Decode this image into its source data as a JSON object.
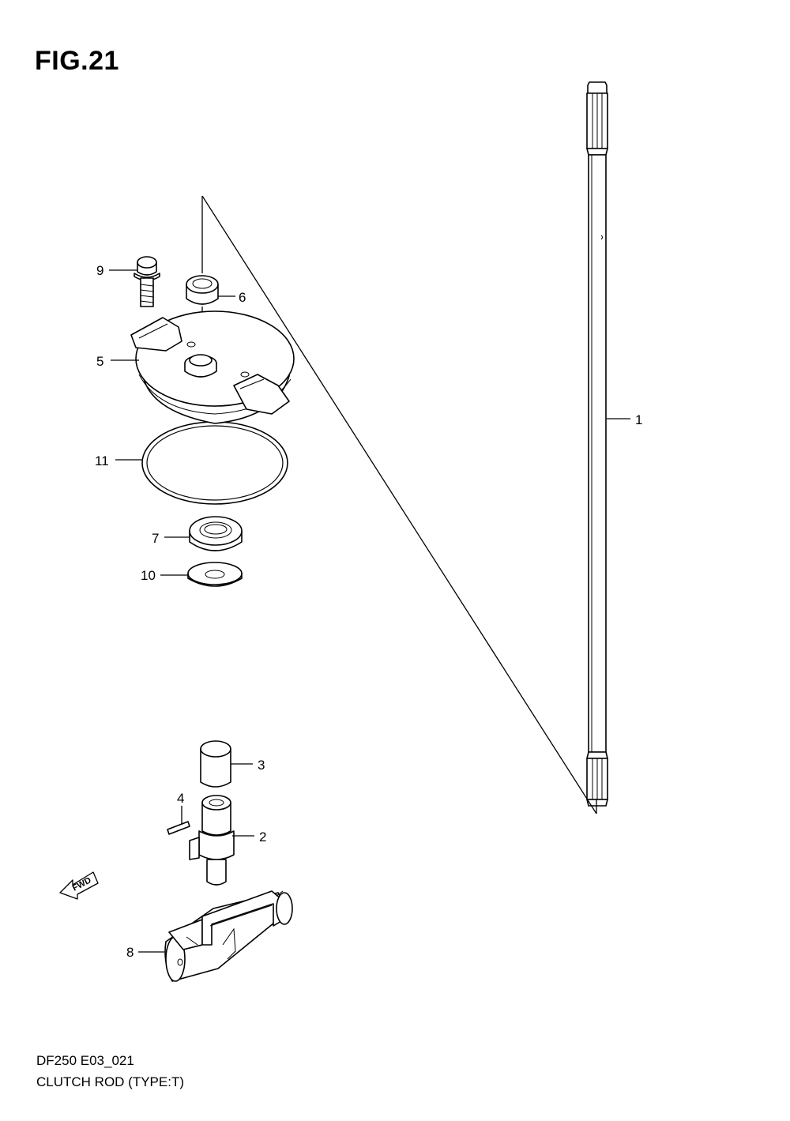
{
  "figure": {
    "title": "FIG.21",
    "model_code": "DF250 E03_021",
    "name": "CLUTCH ROD (TYPE:T)"
  },
  "callouts": [
    {
      "id": "1",
      "label": "1"
    },
    {
      "id": "2",
      "label": "2"
    },
    {
      "id": "3",
      "label": "3"
    },
    {
      "id": "4",
      "label": "4"
    },
    {
      "id": "5",
      "label": "5"
    },
    {
      "id": "6",
      "label": "6"
    },
    {
      "id": "7",
      "label": "7"
    },
    {
      "id": "8",
      "label": "8"
    },
    {
      "id": "9",
      "label": "9"
    },
    {
      "id": "10",
      "label": "10"
    },
    {
      "id": "11",
      "label": "11"
    }
  ],
  "direction_indicator": {
    "text": "FWD",
    "icon": "fwd-arrow-icon"
  }
}
